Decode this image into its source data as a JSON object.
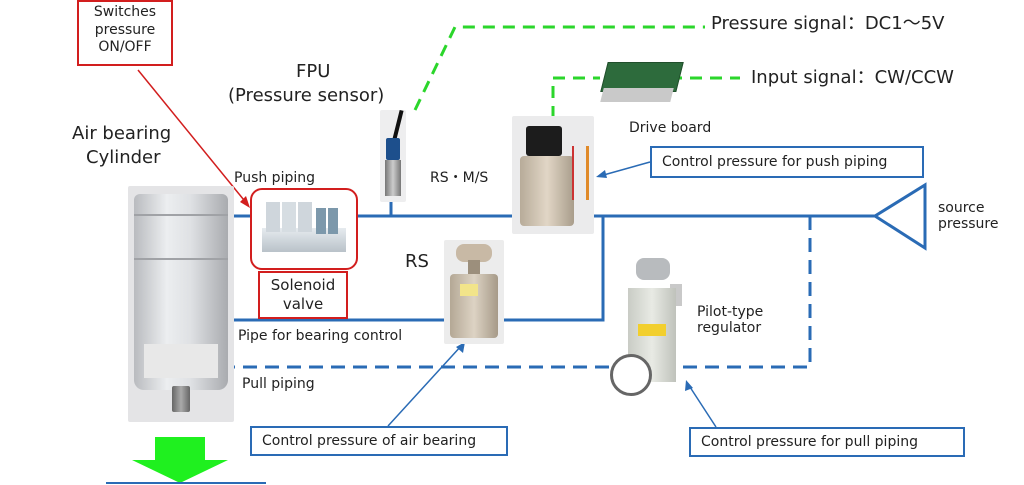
{
  "diagram": {
    "labels": {
      "switches_box": [
        "Switches",
        "pressure",
        "ON/OFF"
      ],
      "fpu_title": "FPU",
      "fpu_sub": "(Pressure sensor)",
      "air_bearing": "Air bearing",
      "cylinder": "Cylinder",
      "push_piping": "Push piping",
      "solenoid_valve": [
        "Solenoid",
        "valve"
      ],
      "pipe_bearing_control": "Pipe for bearing control",
      "pull_piping": "Pull piping",
      "rs": "RS",
      "rs_ms": "RS・M/S",
      "drive_board": "Drive board",
      "pressure_signal": "Pressure signal：DC1～5V",
      "input_signal": "Input signal：CW/CCW",
      "source_pressure": [
        "source",
        "pressure"
      ],
      "pilot_regulator": [
        "Pilot-type",
        "regulator"
      ]
    },
    "callouts": {
      "push_control": "Control pressure for push piping",
      "air_bearing_control": "Control pressure of air bearing",
      "pull_control": "Control pressure for pull piping"
    },
    "colors": {
      "pipe_blue": "#2a6bb5",
      "signal_green": "#2bd62b",
      "highlight_red": "#d21e1e",
      "arrow_green": "#1ff01f"
    },
    "components": [
      {
        "name": "air-bearing-cylinder",
        "icon": "cylinder-photo"
      },
      {
        "name": "solenoid-valve",
        "icon": "valve-manifold-photo"
      },
      {
        "name": "fpu-pressure-sensor",
        "icon": "sensor-photo"
      },
      {
        "name": "rs-ms-regulator",
        "icon": "motorized-regulator-photo"
      },
      {
        "name": "drive-board",
        "icon": "pcb-photo"
      },
      {
        "name": "rs-regulator",
        "icon": "precision-regulator-photo"
      },
      {
        "name": "pilot-type-regulator",
        "icon": "regulator-with-gauge-photo"
      }
    ]
  }
}
